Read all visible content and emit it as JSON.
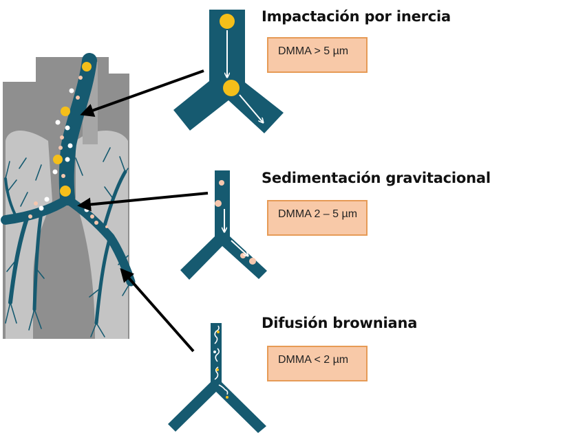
{
  "colors": {
    "airway": "#165a70",
    "large_particle": "#f5bf1a",
    "medium_particle": "#f6c7ae",
    "small_particle": "#ffffff",
    "box_fill": "#f8c9a8",
    "box_border": "#e69a55",
    "lung_background": "#8f8f8f",
    "lung_lobe": "#c4c4c4"
  },
  "mechanisms": [
    {
      "title": "Impactación por inercia",
      "label": "DMMA > 5 µm"
    },
    {
      "title": "Sedimentación gravitacional",
      "label": "DMMA 2 – 5 µm"
    },
    {
      "title": "Difusión browniana",
      "label": "DMMA < 2 µm"
    }
  ]
}
